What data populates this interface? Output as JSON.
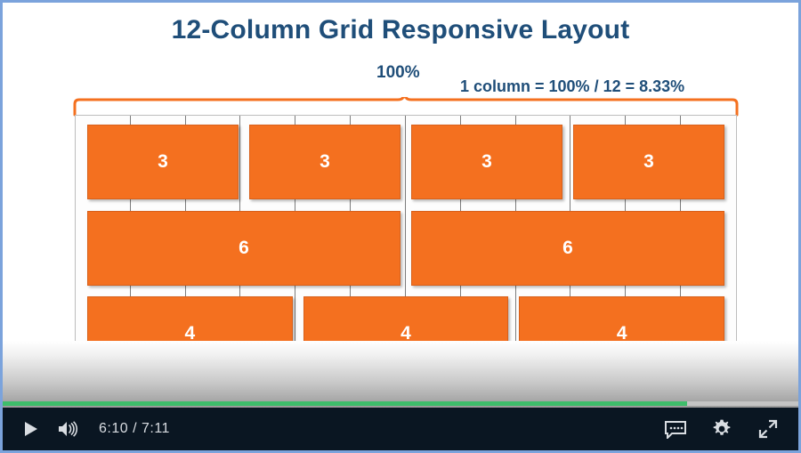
{
  "player": {
    "frame_border_color": "#7BA3DC",
    "controls_bg_color": "#0A1622"
  },
  "slide": {
    "title": "12-Column Grid Responsive Layout",
    "title_color": "#1F4E79",
    "accent_color": "#F4701F",
    "annotations": {
      "width_label": "100%",
      "formula": "1 column = 100% / 12 = 8.33%"
    },
    "grid": {
      "total_columns": 12,
      "rows": [
        {
          "cells": [
            {
              "span": 3,
              "label": "3"
            },
            {
              "span": 3,
              "label": "3"
            },
            {
              "span": 3,
              "label": "3"
            },
            {
              "span": 3,
              "label": "3"
            }
          ]
        },
        {
          "cells": [
            {
              "span": 6,
              "label": "6"
            },
            {
              "span": 6,
              "label": "6"
            }
          ]
        },
        {
          "cells": [
            {
              "span": 4,
              "label": "4"
            },
            {
              "span": 4,
              "label": "4"
            },
            {
              "span": 4,
              "label": "4"
            }
          ]
        }
      ]
    }
  },
  "controls": {
    "play_label": "play",
    "volume_label": "volume",
    "current_time": "6:10",
    "separator": "/",
    "total_time": "7:11",
    "time_display": "6:10  /  7:11",
    "progress_percent": 86,
    "progress_fill_color": "#3EBD6B",
    "progress_track_color": "#C4C4C4",
    "captions_label": "captions",
    "settings_label": "settings",
    "fullscreen_label": "fullscreen"
  }
}
